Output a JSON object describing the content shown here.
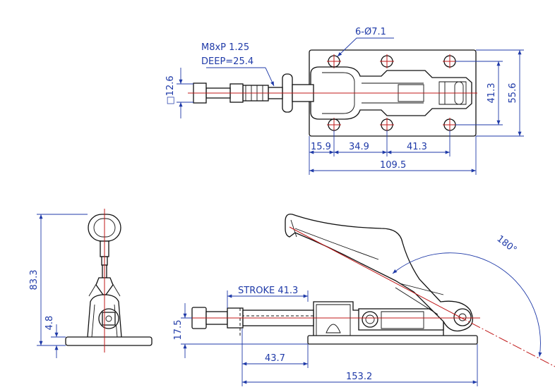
{
  "drawing": {
    "top_view": {
      "hole_callout": "6-Ø7.1",
      "thread_callout_1": "M8xP 1.25",
      "thread_callout_2": "DEEP=25.4",
      "square_size": "□12.6",
      "base_width": "55.6",
      "hole_spacing_v": "41.3",
      "offset_1": "15.9",
      "spacing_1": "34.9",
      "spacing_2": "41.3",
      "base_length": "109.5"
    },
    "end_view": {
      "overall_height": "83.3",
      "base_thickness": "4.8"
    },
    "side_view": {
      "stroke": "STROKE 41.3",
      "handle_angle": "180°",
      "plunger_height": "17.5",
      "plunger_extension": "43.7",
      "overall_length": "153.2"
    }
  },
  "colors": {
    "dimension": "#1f3aa8",
    "centerline": "#c01818",
    "outline": "#111111"
  }
}
